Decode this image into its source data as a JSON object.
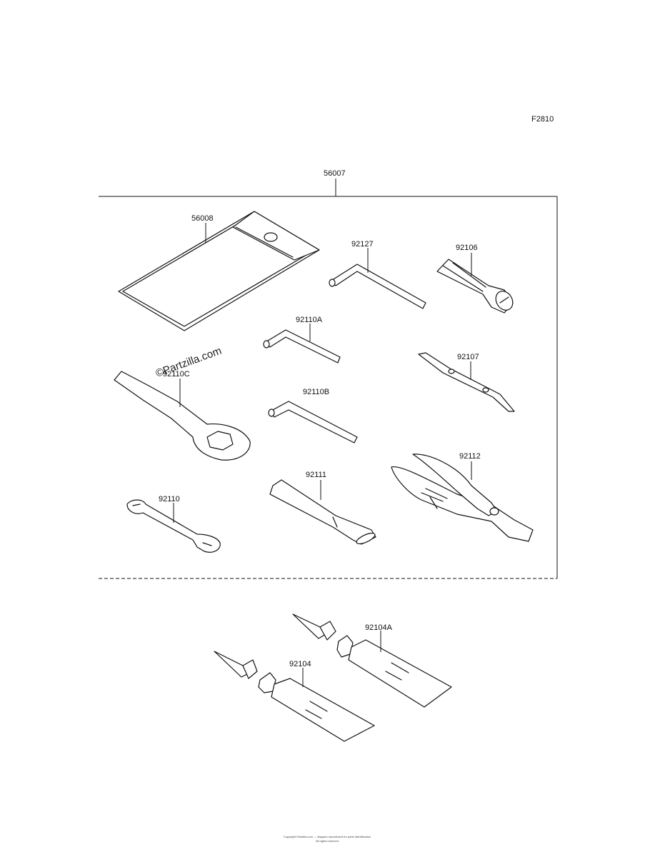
{
  "figure_code": "F2810",
  "group": {
    "part": "56007"
  },
  "parts": [
    {
      "id": "wallet",
      "number": "56008"
    },
    {
      "id": "hex-wrench-large",
      "number": "92127"
    },
    {
      "id": "plug-handle",
      "number": "92106"
    },
    {
      "id": "hex-wrench-medium",
      "number": "92110A"
    },
    {
      "id": "screwdriver",
      "number": "92107"
    },
    {
      "id": "ring-wrench",
      "number": "92110C"
    },
    {
      "id": "hex-wrench-small",
      "number": "92110B"
    },
    {
      "id": "pliers",
      "number": "92112"
    },
    {
      "id": "extension-bar",
      "number": "92111"
    },
    {
      "id": "open-wrench",
      "number": "92110"
    },
    {
      "id": "grease-tube-a",
      "number": "92104A"
    },
    {
      "id": "grease-tube",
      "number": "92104"
    }
  ],
  "watermark": "©Partzilla.com",
  "footer": {
    "line1": "Copyright Partzilla.com — diagram reproduced for parts identification",
    "line2": "All rights reserved"
  }
}
